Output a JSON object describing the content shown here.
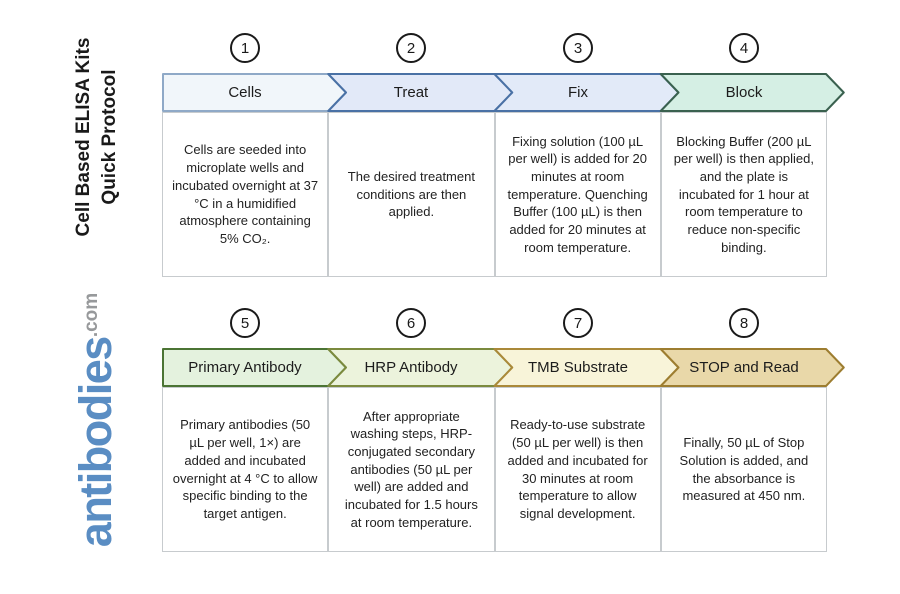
{
  "branding": {
    "title_line1": "Cell Based ELISA Kits",
    "title_line2": "Quick Protocol",
    "logo_text": "antibodies",
    "logo_suffix": ".com",
    "logo_color": "#5a8dc3",
    "logo_suffix_color": "#97999b"
  },
  "colors": {
    "circle_border": "#1a1a1a",
    "box_border": "#c7cbce",
    "body_text": "#222222"
  },
  "steps": [
    {
      "number": "1",
      "label": "Cells",
      "description": "Cells are seeded into microplate wells and incubated overnight at 37 °C in a humidified atmosphere containing 5% CO₂.",
      "fill": "#f1f6fa",
      "stroke": "#8fa9c7"
    },
    {
      "number": "2",
      "label": "Treat",
      "description": "The desired treatment conditions are then applied.",
      "fill": "#e2e9f8",
      "stroke": "#4a71a5"
    },
    {
      "number": "3",
      "label": "Fix",
      "description": "Fixing solution (100 µL per well) is added for 20 minutes at room temperature. Quenching Buffer (100 µL) is then added for 20 minutes at room temperature.",
      "fill": "#e2eaf8",
      "stroke": "#4a71a5"
    },
    {
      "number": "4",
      "label": "Block",
      "description": "Blocking Buffer (200 µL per well) is then applied, and the plate is incubated for 1 hour at room temperature to reduce non-specific binding.",
      "fill": "#d5efe4",
      "stroke": "#3a614f"
    },
    {
      "number": "5",
      "label": "Primary Antibody",
      "description": "Primary antibodies (50 µL per well, 1×) are added and incubated overnight at 4 °C to allow specific binding to the target antigen.",
      "fill": "#e4f2de",
      "stroke": "#4b7434"
    },
    {
      "number": "6",
      "label": "HRP Antibody",
      "description": "After appropriate washing steps, HRP-conjugated secondary antibodies (50 µL per well) are added and incubated for 1.5 hours at room temperature.",
      "fill": "#ecf3dc",
      "stroke": "#7b8a3e"
    },
    {
      "number": "7",
      "label": "TMB Substrate",
      "description": "Ready-to-use substrate (50 µL per well) is then added and incubated for 30 minutes at room temperature to allow signal development.",
      "fill": "#f8f4d9",
      "stroke": "#aa8939"
    },
    {
      "number": "8",
      "label": "STOP and Read",
      "description": "Finally, 50 µL of Stop Solution is added, and the absorbance is measured at 450 nm.",
      "fill": "#e9d8a9",
      "stroke": "#9d7d30"
    }
  ]
}
